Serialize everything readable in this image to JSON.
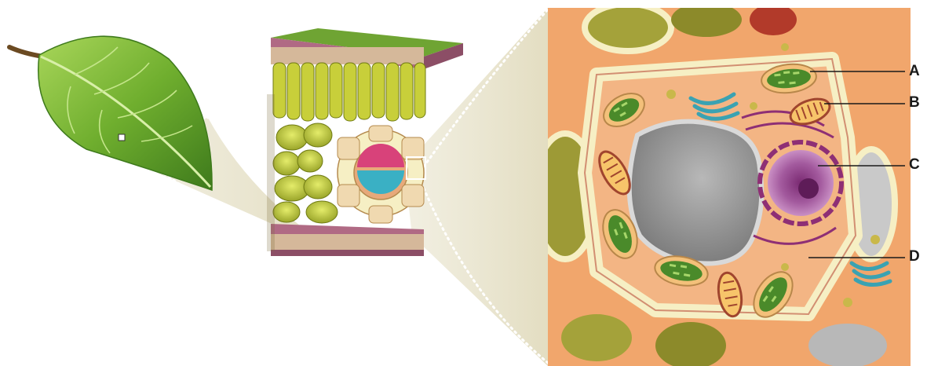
{
  "labels": {
    "a": "A",
    "b": "B",
    "c": "C",
    "d": "D"
  },
  "colors": {
    "leaf": "#6fae2e",
    "cytoplasm": "#f2b27a",
    "cell_wall": "#f6efc4",
    "vacuole": "#9a9a9a",
    "nucleus": "#8e3b8a",
    "chloroplast": "#4a8a2a",
    "golgi": "#3aa2b2",
    "zoom_cone": "#e8e3cc"
  }
}
